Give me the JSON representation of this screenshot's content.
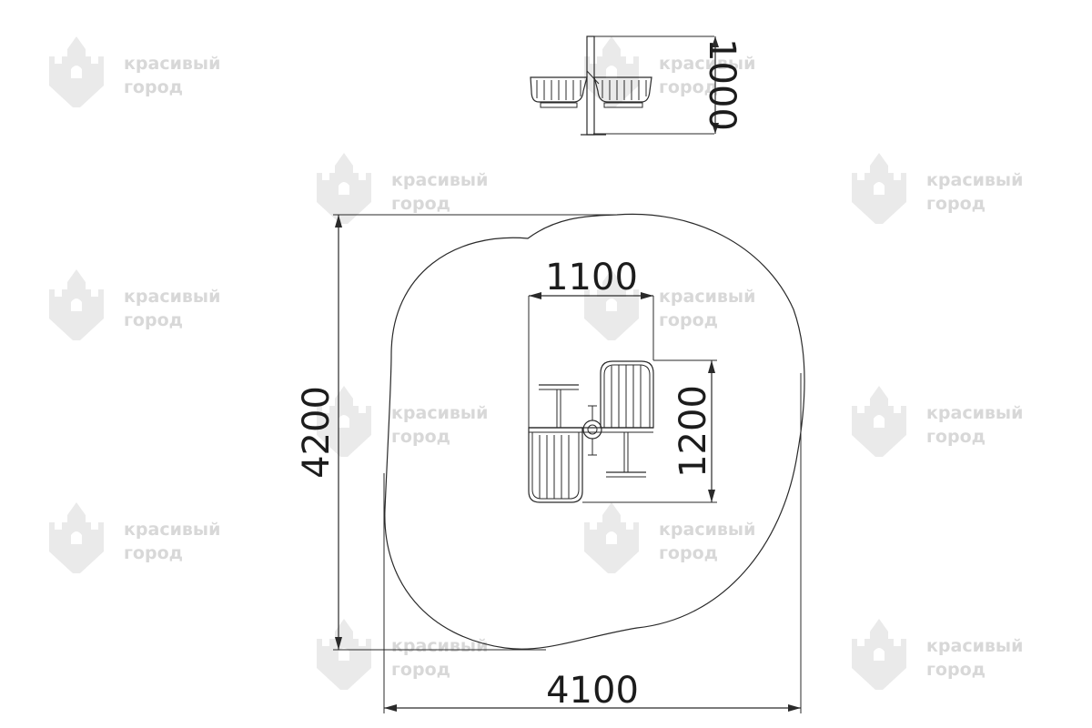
{
  "watermark": {
    "line1": "красивый",
    "line2": "город",
    "color": "#d8d8d8"
  },
  "dimensions": {
    "height_front": "1000",
    "width_table": "1100",
    "depth_table": "1200",
    "zone_height": "4200",
    "zone_width": "4100"
  }
}
